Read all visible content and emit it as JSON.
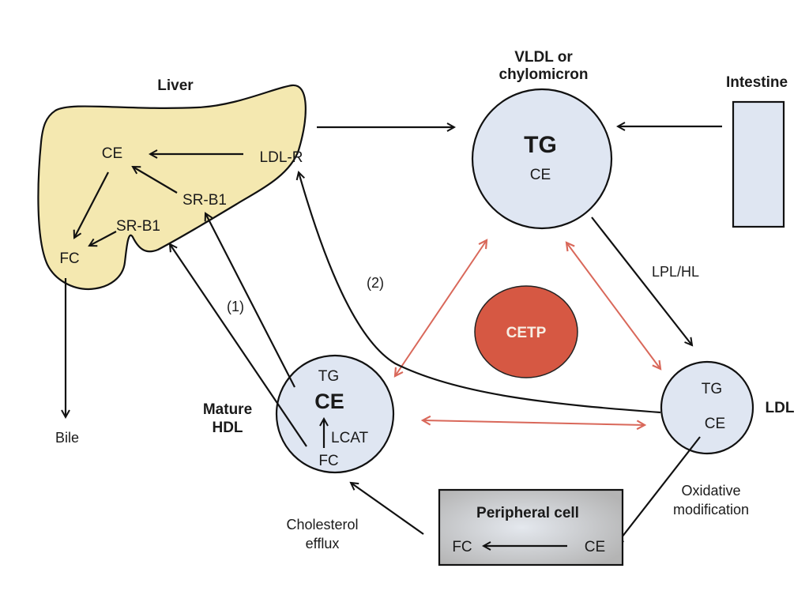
{
  "colors": {
    "liver_fill": "#f4e8b0",
    "lipoprotein_fill": "#dfe6f2",
    "intestine_fill": "#dfe6f2",
    "cetp_fill": "#d65843",
    "cetp_text": "#f7efe5",
    "transfer_arrow": "#d9685a",
    "peripheral_fill": "#c9c9c9"
  },
  "liver": {
    "title": "Liver",
    "ce": "CE",
    "ldl_r": "LDL-R",
    "sr_b1_upper": "SR-B1",
    "sr_b1_lower": "SR-B1",
    "fc": "FC"
  },
  "bile": {
    "label": "Bile"
  },
  "vldl": {
    "title_line1": "VLDL or",
    "title_line2": "chylomicron",
    "tg": "TG",
    "ce": "CE"
  },
  "intestine": {
    "title": "Intestine"
  },
  "cetp": {
    "label": "CETP"
  },
  "hdl": {
    "title_line1": "Mature",
    "title_line2": "HDL",
    "tg": "TG",
    "ce": "CE",
    "lcat": "LCAT",
    "fc": "FC"
  },
  "ldl": {
    "title": "LDL",
    "tg": "TG",
    "ce": "CE"
  },
  "edges": {
    "lpl_hl": "LPL/HL",
    "path1": "(1)",
    "path2": "(2)",
    "cholesterol_efflux_line1": "Cholesterol",
    "cholesterol_efflux_line2": "efflux",
    "oxidative_line1": "Oxidative",
    "oxidative_line2": "modification"
  },
  "peripheral_cell": {
    "title": "Peripheral cell",
    "fc": "FC",
    "ce": "CE"
  }
}
